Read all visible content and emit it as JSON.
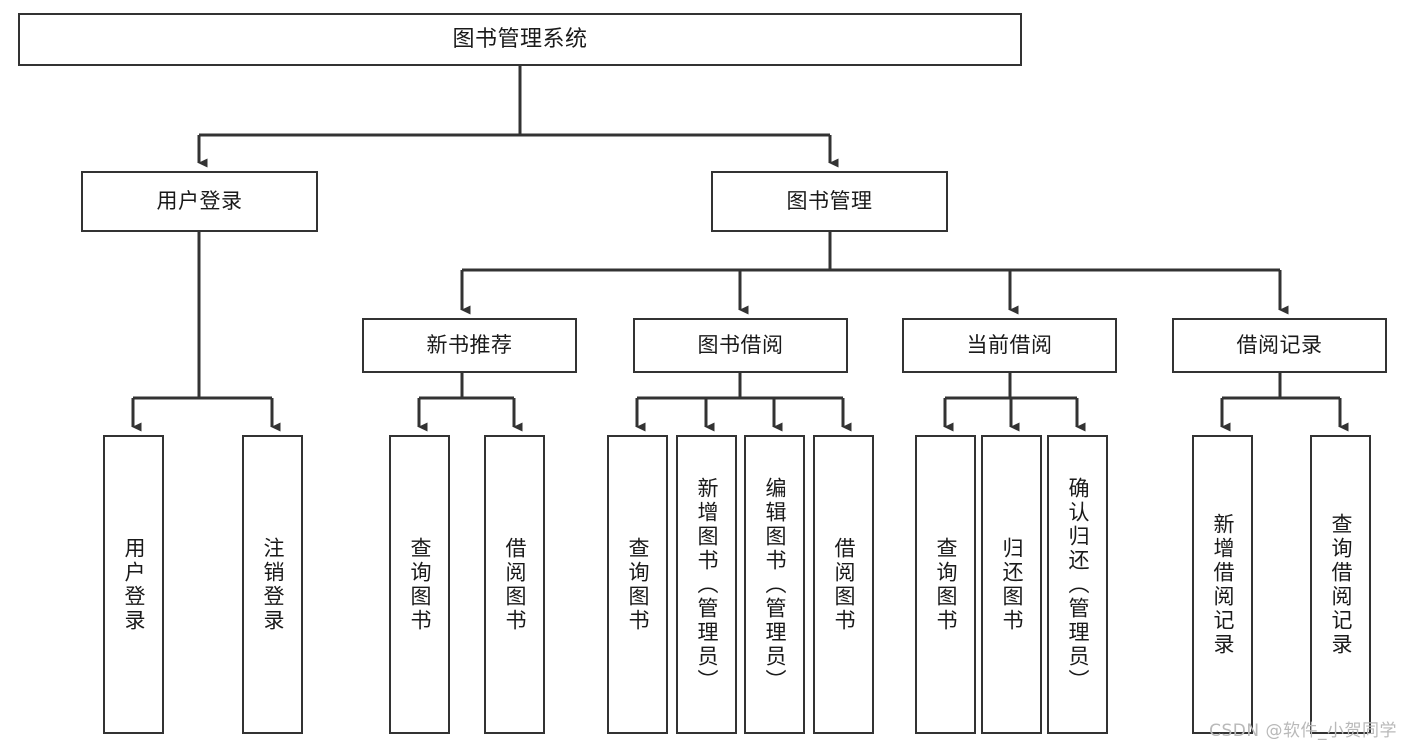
{
  "diagram": {
    "title": "图书管理系统",
    "type": "tree-hierarchy-diagram",
    "colors": {
      "box_border": "#333333",
      "box_fill": "#ffffff",
      "connector": "#333333",
      "text": "#1a1a1a",
      "watermark": "#b9b9b9",
      "background": "#ffffff"
    },
    "root": {
      "label": "图书管理系统"
    },
    "level2": [
      {
        "label": "用户登录"
      },
      {
        "label": "图书管理"
      }
    ],
    "level3": [
      {
        "label": "新书推荐"
      },
      {
        "label": "图书借阅"
      },
      {
        "label": "当前借阅"
      },
      {
        "label": "借阅记录"
      }
    ],
    "leaves": {
      "user_login": [
        {
          "label": "用户登录"
        },
        {
          "label": "注销登录"
        }
      ],
      "new_book_recommend": [
        {
          "label": "查询图书"
        },
        {
          "label": "借阅图书"
        }
      ],
      "book_borrow": [
        {
          "label": "查询图书"
        },
        {
          "label": "新增图书（管理员）"
        },
        {
          "label": "编辑图书（管理员）"
        },
        {
          "label": "借阅图书"
        }
      ],
      "current_borrow": [
        {
          "label": "查询图书"
        },
        {
          "label": "归还图书"
        },
        {
          "label": "确认归还（管理员）"
        }
      ],
      "borrow_records": [
        {
          "label": "新增借阅记录"
        },
        {
          "label": "查询借阅记录"
        }
      ]
    },
    "watermark": "CSDN @软件_小贺同学"
  }
}
